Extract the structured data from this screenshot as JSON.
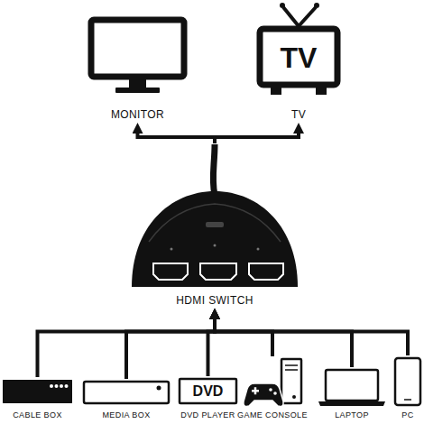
{
  "diagram": {
    "nodes": [
      {
        "text": [
          "MONITOR"
        ]
      },
      {
        "text": [
          "TV",
          "TV"
        ]
      },
      {
        "text": [
          "HDMI SWITCH"
        ]
      },
      {
        "text": [
          "CABLE BOX"
        ]
      },
      {
        "text": [
          "MEDIA BOX"
        ]
      },
      {
        "text": [
          "DVD",
          "DVD PLAYER"
        ]
      },
      {
        "text": [
          "GAME CONSOLE"
        ]
      },
      {
        "text": [
          "LAPTOP"
        ]
      },
      {
        "text": [
          "PC"
        ]
      }
    ],
    "edges": [
      {
        "from": 2,
        "to": 0,
        "arrow": "to"
      },
      {
        "from": 2,
        "to": 1,
        "arrow": "to"
      },
      {
        "from": 3,
        "to": 2,
        "arrow": "to"
      },
      {
        "from": 4,
        "to": 2,
        "arrow": "to"
      },
      {
        "from": 5,
        "to": 2,
        "arrow": "to"
      },
      {
        "from": 6,
        "to": 2,
        "arrow": "to"
      },
      {
        "from": 7,
        "to": 2,
        "arrow": "to"
      },
      {
        "from": 8,
        "to": 2,
        "arrow": "to"
      }
    ]
  }
}
